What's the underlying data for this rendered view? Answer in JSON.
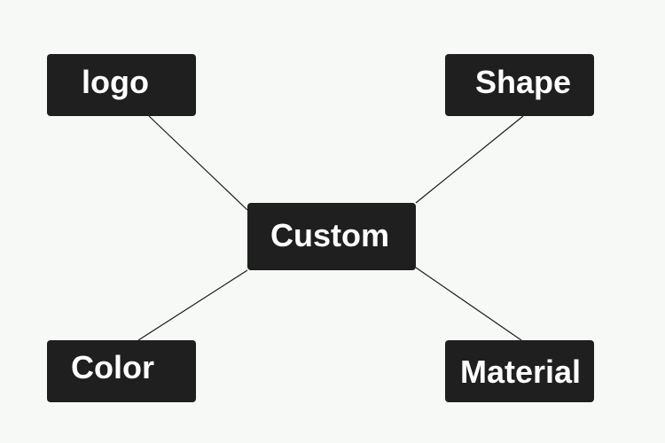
{
  "diagram": {
    "center": {
      "label": "Custom"
    },
    "branches": [
      {
        "label": "logo"
      },
      {
        "label": "Shape"
      },
      {
        "label": "Color"
      },
      {
        "label": "Material"
      }
    ]
  },
  "colors": {
    "background": "#f6f9f5",
    "node_fill": "#1f1f1f",
    "node_text": "#ffffff",
    "connector": "#1a1a1a"
  }
}
